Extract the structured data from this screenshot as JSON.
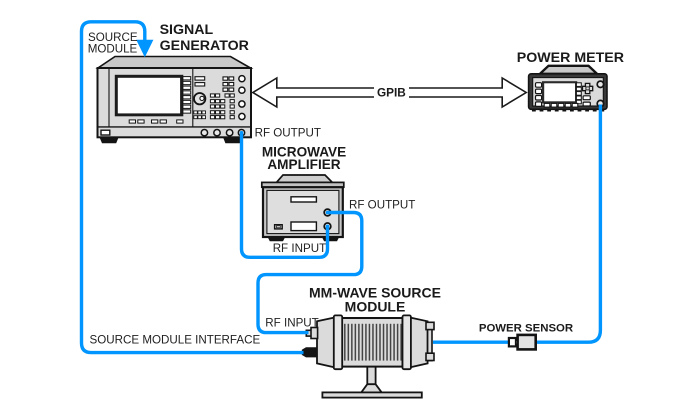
{
  "diagram": {
    "colors": {
      "cable_blue": "#0095FF",
      "outline_black": "#141414",
      "panel_gray": "#dbdbdb",
      "top_gray": "#c9c9c9",
      "label_text": "#1a1a1a",
      "background": "#ffffff"
    },
    "devices": {
      "signal_generator": {
        "label_line1": "SIGNAL",
        "label_line2": "GENERATOR"
      },
      "power_meter": {
        "label": "POWER METER"
      },
      "microwave_amplifier": {
        "label_line1": "MICROWAVE",
        "label_line2": "AMPLIFIER"
      },
      "mm_wave_source_module": {
        "label_line1": "MM-WAVE SOURCE",
        "label_line2": "MODULE"
      },
      "power_sensor": {
        "label": "POWER SENSOR"
      }
    },
    "connections": {
      "gpib": {
        "label": "GPIB"
      },
      "source_module_cable": {
        "label_line1": "SOURCE",
        "label_line2": "MODULE"
      },
      "source_module_interface": {
        "label": "SOURCE MODULE INTERFACE"
      },
      "sig_gen_rf_output": {
        "label": "RF OUTPUT"
      },
      "amplifier_rf_output": {
        "label": "RF OUTPUT"
      },
      "amplifier_rf_input": {
        "label": "RF INPUT"
      },
      "mm_wave_rf_input": {
        "label": "RF INPUT"
      }
    }
  }
}
